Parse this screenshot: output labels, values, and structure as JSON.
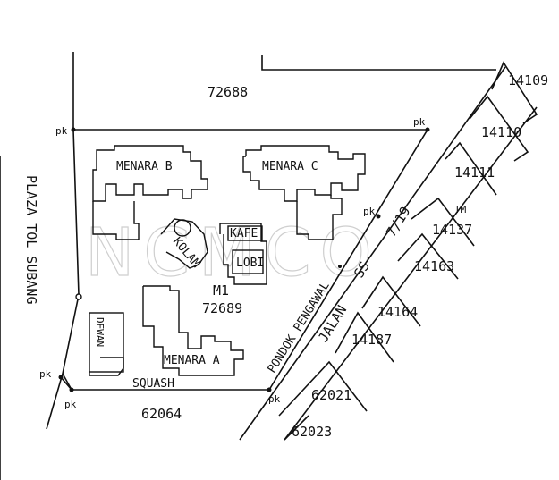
{
  "watermark": {
    "text": "NCMCO",
    "tm": "TM"
  },
  "lots": {
    "l72688": "72688",
    "l72689": "72689",
    "m1": "M1",
    "l62064": "62064",
    "l14109": "14109",
    "l14110": "14110",
    "l14111": "14111",
    "l14137": "14137",
    "l14163": "14163",
    "l14164": "14164",
    "l14187": "14187",
    "l62021": "62021",
    "l62023": "62023"
  },
  "buildings": {
    "menara_b": "MENARA B",
    "menara_c": "MENARA C",
    "menara_a": "MENARA A",
    "kolam": "KOLAM",
    "kafe": "KAFE",
    "lobi": "LOBI",
    "dewan": "DEWAN",
    "squash": "SQUASH"
  },
  "roads": {
    "plaza": "PLAZA TOL SUBANG",
    "pondok": "PONDOK PENGAWAL",
    "jalan": "JALAN",
    "ss": "SS",
    "num": "7/19"
  },
  "markers": {
    "pk": "pk"
  }
}
